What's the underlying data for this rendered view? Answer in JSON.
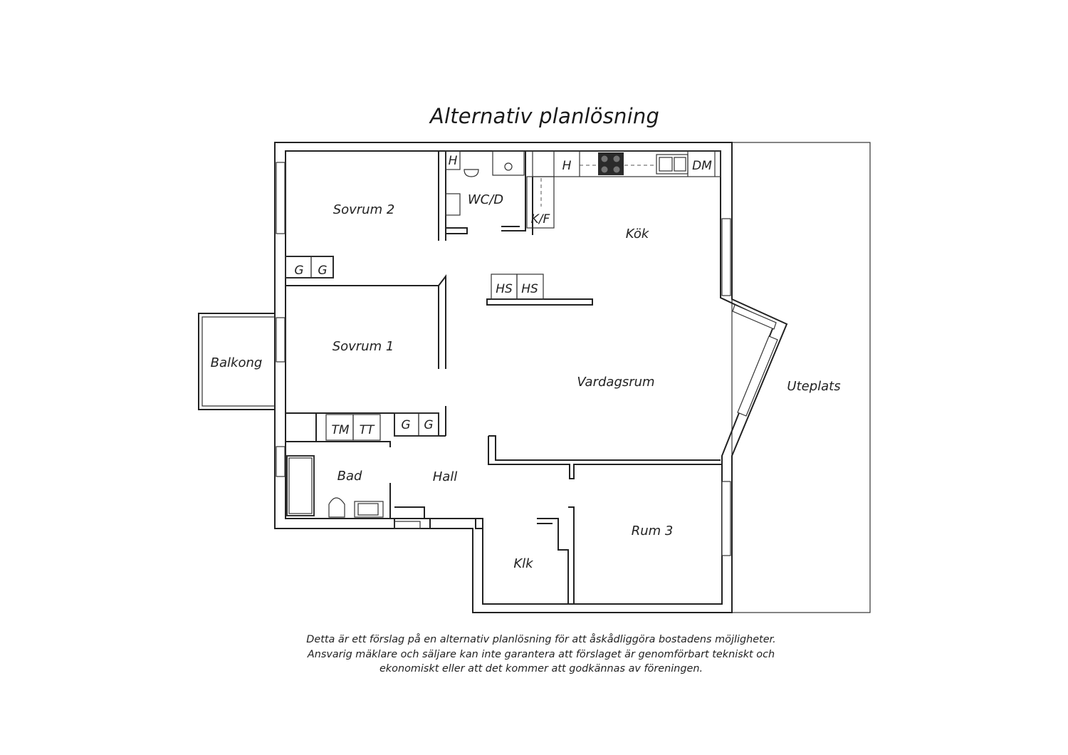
{
  "title": "Alternativ planlösning",
  "rooms": {
    "sovrum2": "Sovrum 2",
    "wcd": "WC/D",
    "kok": "Kök",
    "sovrum1": "Sovrum 1",
    "balkong": "Balkong",
    "vardagsrum": "Vardagsrum",
    "uteplats": "Uteplats",
    "bad": "Bad",
    "hall": "Hall",
    "rum3": "Rum 3",
    "klk": "Klk"
  },
  "fixtures": {
    "wc_h": "H",
    "kitchen_h": "H",
    "dm": "DM",
    "kf": "K/F",
    "hs1": "HS",
    "hs2": "HS",
    "sov2_g1": "G",
    "sov2_g2": "G",
    "tm": "TM",
    "tt": "TT",
    "hall_g1": "G",
    "hall_g2": "G"
  },
  "disclaimer": {
    "line1": "Detta är ett förslag på en alternativ planlösning för att åskådliggöra bostadens möjligheter.",
    "line2": "Ansvarig mäklare och säljare kan inte garantera att förslaget är genomförbart tekniskt och",
    "line3": "ekonomiskt eller att det kommer att godkännas av föreningen."
  }
}
